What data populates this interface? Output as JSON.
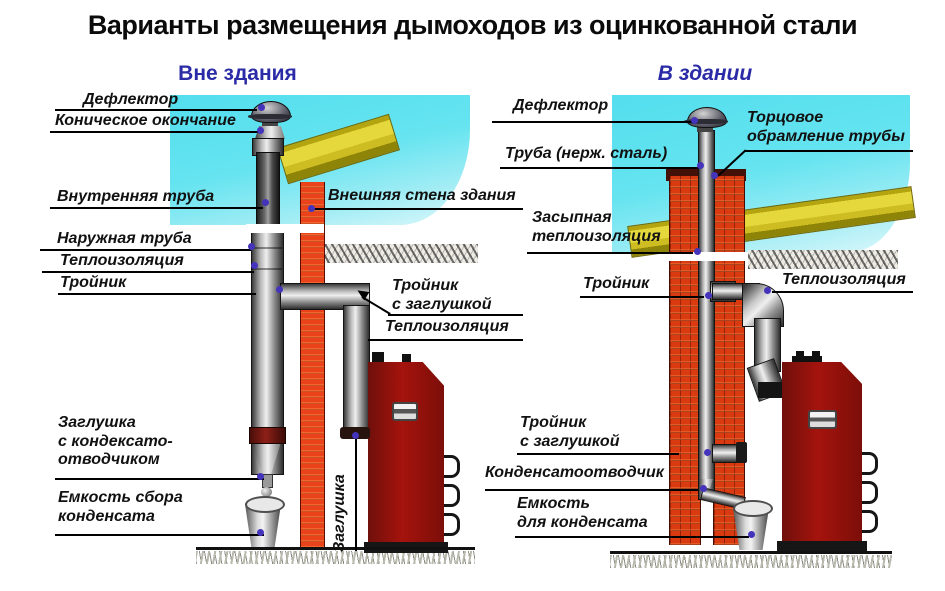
{
  "title": "Варианты размещения дымоходов из оцинкованной стали",
  "colors": {
    "heading_blue": "#2b2ba8",
    "sky_cyan": "#5fdeed",
    "brick_orange": "#d93a10",
    "boiler_red": "#9e120e",
    "beam_yellow": "#e4d83c",
    "leader_dot_violet": "#4433bb",
    "label_text": "#111111"
  },
  "left": {
    "heading": "Вне здания",
    "labels": {
      "deflector": "Дефлектор",
      "conical_end": "Коническое окончание",
      "inner_pipe": "Внутренняя труба",
      "outer_wall": "Внешняя стена здания",
      "outer_pipe": "Наружная труба",
      "insulation": "Теплоизоляция",
      "tee": "Тройник",
      "tee_with_plug": "Тройник\nс заглушкой",
      "insulation_2": "Теплоизоляция",
      "plug": "Заглушка",
      "plug_with_condensate_trap": "Заглушка\nс кондексато-\nотводчиком",
      "condensate_tank": "Емкость сбора\nконденсата"
    }
  },
  "right": {
    "heading": "В здании",
    "labels": {
      "deflector": "Дефлектор",
      "pipe_stainless": "Труба (нерж. сталь)",
      "pipe_end_frame": "Торцовое\nобрамление трубы",
      "backfill_insulation": "Засыпная\nтеплоизоляция",
      "tee": "Тройник",
      "insulation": "Теплоизоляция",
      "tee_with_plug": "Тройник\nс заглушкой",
      "condensate_trap": "Конденсатоотводчик",
      "condensate_tank": "Емкость\nдля конденсата"
    }
  }
}
